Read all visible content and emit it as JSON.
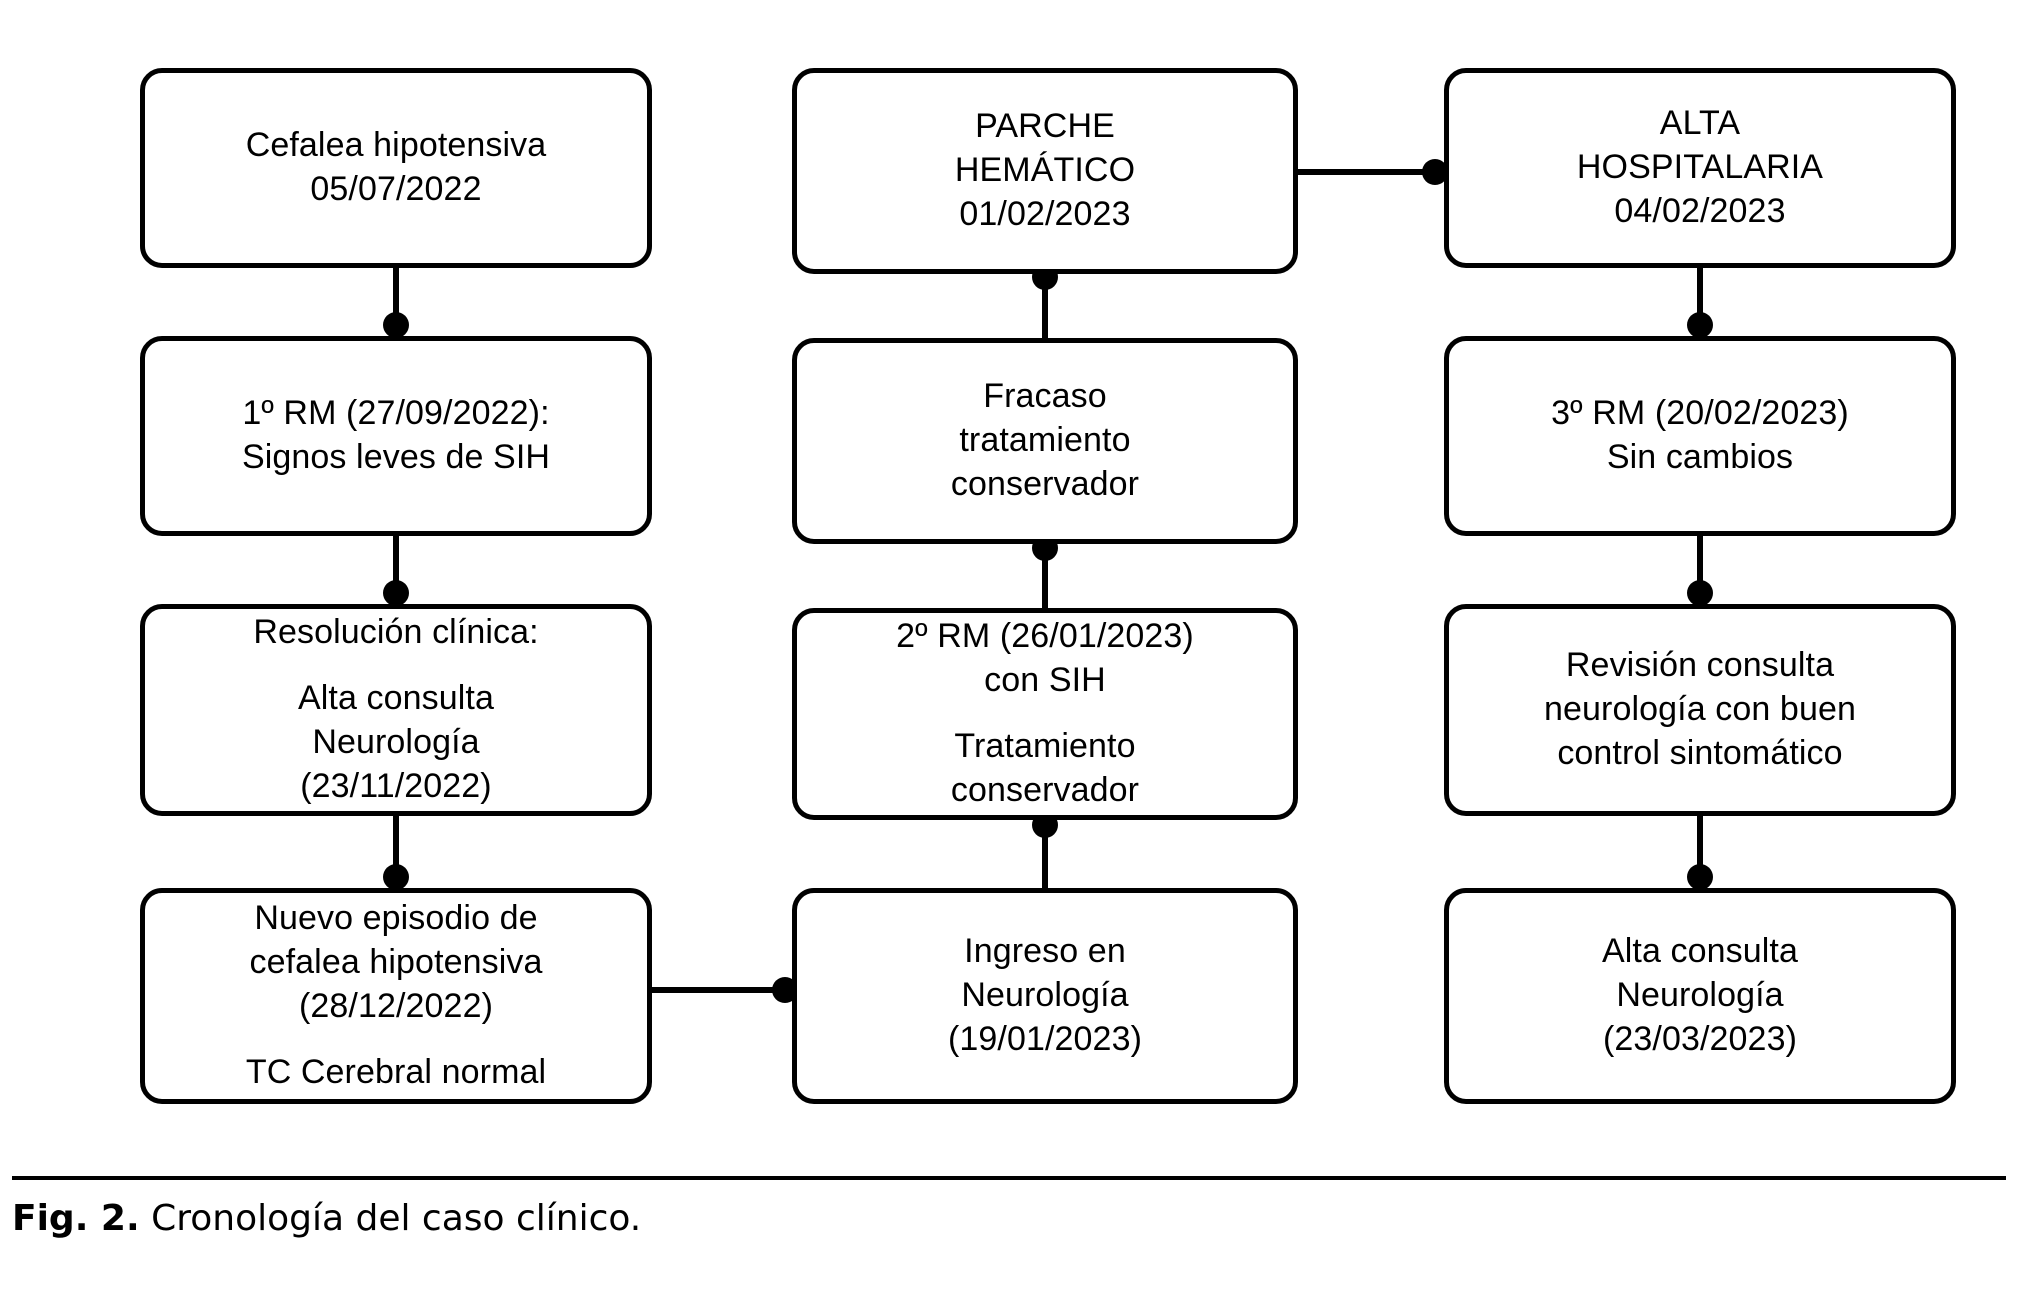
{
  "figure": {
    "caption_label": "Fig. 2.",
    "caption_text": " Cronología del caso clínico.",
    "stroke_color": "#000000",
    "fill_color": "#ffffff",
    "background": "#ffffff"
  },
  "diagram": {
    "type": "flowchart",
    "title": "Cronología del caso clínico",
    "columns": [
      {
        "id": "col-1",
        "flow_direction": "top-to-bottom",
        "nodes": [
          "n1",
          "n2",
          "n3",
          "n4"
        ]
      },
      {
        "id": "col-2",
        "flow_direction": "bottom-to-top",
        "nodes": [
          "n5",
          "n6",
          "n7",
          "n8"
        ]
      },
      {
        "id": "col-3",
        "flow_direction": "top-to-bottom",
        "nodes": [
          "n9",
          "n10",
          "n11",
          "n12"
        ]
      }
    ],
    "nodes": {
      "n1": {
        "name": "cefalea-hipotensiva",
        "paragraphs": [
          "Cefalea hipotensiva\n05/07/2022"
        ]
      },
      "n2": {
        "name": "primera-rm",
        "paragraphs": [
          "1º RM (27/09/2022):\nSignos leves de SIH"
        ]
      },
      "n3": {
        "name": "resolucion-clinica",
        "paragraphs": [
          "Resolución clínica:",
          "Alta consulta\nNeurología\n(23/11/2022)"
        ]
      },
      "n4": {
        "name": "nuevo-episodio",
        "paragraphs": [
          "Nuevo episodio de\ncefalea hipotensiva\n(28/12/2022)",
          "TC Cerebral normal"
        ]
      },
      "n5": {
        "name": "parche-hematico",
        "paragraphs": [
          "PARCHE\nHEMÁTICO\n01/02/2023"
        ]
      },
      "n6": {
        "name": "fracaso-tratamiento",
        "paragraphs": [
          "Fracaso\ntratamiento\nconservador"
        ]
      },
      "n7": {
        "name": "segunda-rm",
        "paragraphs": [
          "2º RM (26/01/2023)\ncon SIH",
          "Tratamiento\nconservador"
        ]
      },
      "n8": {
        "name": "ingreso-neurologia",
        "paragraphs": [
          "Ingreso en\nNeurología\n(19/01/2023)"
        ]
      },
      "n9": {
        "name": "alta-hospitalaria",
        "paragraphs": [
          "ALTA\nHOSPITALARIA\n04/02/2023"
        ]
      },
      "n10": {
        "name": "tercera-rm",
        "paragraphs": [
          "3º RM (20/02/2023)\nSin cambios"
        ]
      },
      "n11": {
        "name": "revision-consulta",
        "paragraphs": [
          "Revisión consulta\nneurología con buen\ncontrol sintomático"
        ]
      },
      "n12": {
        "name": "alta-consulta-final",
        "paragraphs": [
          "Alta consulta\nNeurología\n(23/03/2023)"
        ]
      }
    },
    "edges": [
      {
        "from": "n1",
        "to": "n2",
        "orientation": "vertical",
        "marker": "dot-at-target"
      },
      {
        "from": "n2",
        "to": "n3",
        "orientation": "vertical",
        "marker": "dot-at-target"
      },
      {
        "from": "n3",
        "to": "n4",
        "orientation": "vertical",
        "marker": "dot-at-target"
      },
      {
        "from": "n4",
        "to": "n8",
        "orientation": "horizontal",
        "marker": "dot-at-target"
      },
      {
        "from": "n8",
        "to": "n7",
        "orientation": "vertical",
        "marker": "dot-at-target"
      },
      {
        "from": "n7",
        "to": "n6",
        "orientation": "vertical",
        "marker": "dot-at-target"
      },
      {
        "from": "n6",
        "to": "n5",
        "orientation": "vertical",
        "marker": "dot-at-target"
      },
      {
        "from": "n5",
        "to": "n9",
        "orientation": "horizontal",
        "marker": "dot-at-target"
      },
      {
        "from": "n9",
        "to": "n10",
        "orientation": "vertical",
        "marker": "dot-at-target"
      },
      {
        "from": "n10",
        "to": "n11",
        "orientation": "vertical",
        "marker": "dot-at-target"
      },
      {
        "from": "n11",
        "to": "n12",
        "orientation": "vertical",
        "marker": "dot-at-target"
      }
    ]
  }
}
